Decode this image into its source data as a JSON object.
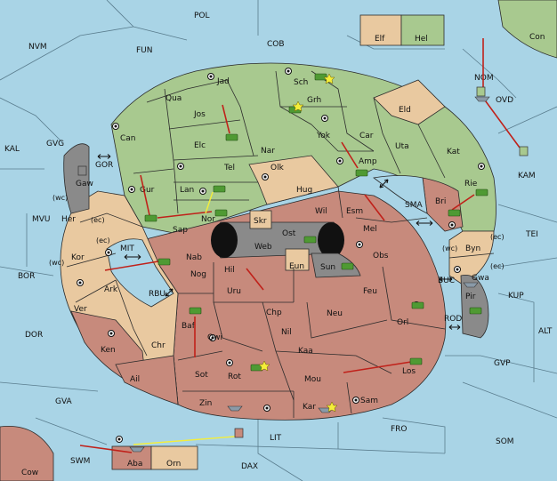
{
  "colors": {
    "sea": "#a9d4e6",
    "green_power": "#a8c98f",
    "red_power": "#c78a7c",
    "neutral": "#e9c9a0",
    "impassable": "#8a8a8a",
    "army": "#4f9a33",
    "move_order": "#c0211a",
    "support_order": "#f4ee3a"
  },
  "provinces": {
    "POL": "POL",
    "COB": "COB",
    "FUN": "FUN",
    "NVM": "NVM",
    "Con": "Con",
    "NOM": "NOM",
    "OVD": "OVD",
    "KAM": "KAM",
    "TEI": "TEI",
    "KUP": "KUP",
    "ALT": "ALT",
    "GVP": "GVP",
    "SOM": "SOM",
    "FRO": "FRO",
    "DAX": "DAX",
    "LIT": "LIT",
    "SWM": "SWM",
    "Cow": "Cow",
    "GVA": "GVA",
    "DOR": "DOR",
    "BOR": "BOR",
    "MVU": "MVU",
    "KAL": "KAL",
    "GVG": "GVG",
    "Elf": "Elf",
    "Hel": "Hel",
    "Jad": "Jad",
    "Sch": "Sch",
    "Qua": "Qua",
    "Jos": "Jos",
    "Grh": "Grh",
    "Eld": "Eld",
    "Can": "Can",
    "Elc": "Elc",
    "Nar": "Nar",
    "Yok": "Yok",
    "Car": "Car",
    "Uta": "Uta",
    "Kat": "Kat",
    "Tel": "Tel",
    "Olk": "Olk",
    "Amp": "Amp",
    "Gur": "Gur",
    "Lan": "Lan",
    "Hug": "Hug",
    "Rie": "Rie",
    "Bri": "Bri",
    "Gaw": "Gaw",
    "GOR": "GOR",
    "Her": "Her",
    "Sap": "Sap",
    "Nor": "Nor",
    "Skr": "Skr",
    "Wil": "Wil",
    "Esm": "Esm",
    "SMA": "SMA",
    "Kor": "Kor",
    "Ost": "Ost",
    "Web": "Web",
    "Mel": "Mel",
    "Byn": "Byn",
    "MIT": "MIT",
    "Nab": "Nab",
    "Eun": "Eun",
    "Sun": "Sun",
    "Obs": "Obs",
    "Ark": "Ark",
    "RBU": "RBU",
    "Nog": "Nog",
    "Hil": "Hil",
    "Uru": "Uru",
    "Feu": "Feu",
    "BUC": "BUC",
    "Gwa": "Gwa",
    "Pir": "Pir",
    "Ver": "Ver",
    "Chp": "Chp",
    "Neu": "Neu",
    "Orl": "Orl",
    "Baf": "Baf",
    "Qwi": "Qwi",
    "Nil": "Nil",
    "ROD": "ROD",
    "Ken": "Ken",
    "Chr": "Chr",
    "Kaa": "Kaa",
    "Ail": "Ail",
    "Sot": "Sot",
    "Rot": "Rot",
    "Mou": "Mou",
    "Los": "Los",
    "Zin": "Zin",
    "Kar": "Kar",
    "Sam": "Sam",
    "Aba": "Aba",
    "Orn": "Orn"
  },
  "coast_tags": {
    "wc1": "(wc)",
    "ec1": "(ec)",
    "ec2": "(ec)",
    "wc2": "(wc)",
    "ec3": "(ec)",
    "wc3": "(wc)",
    "ec4": "(ec)"
  }
}
